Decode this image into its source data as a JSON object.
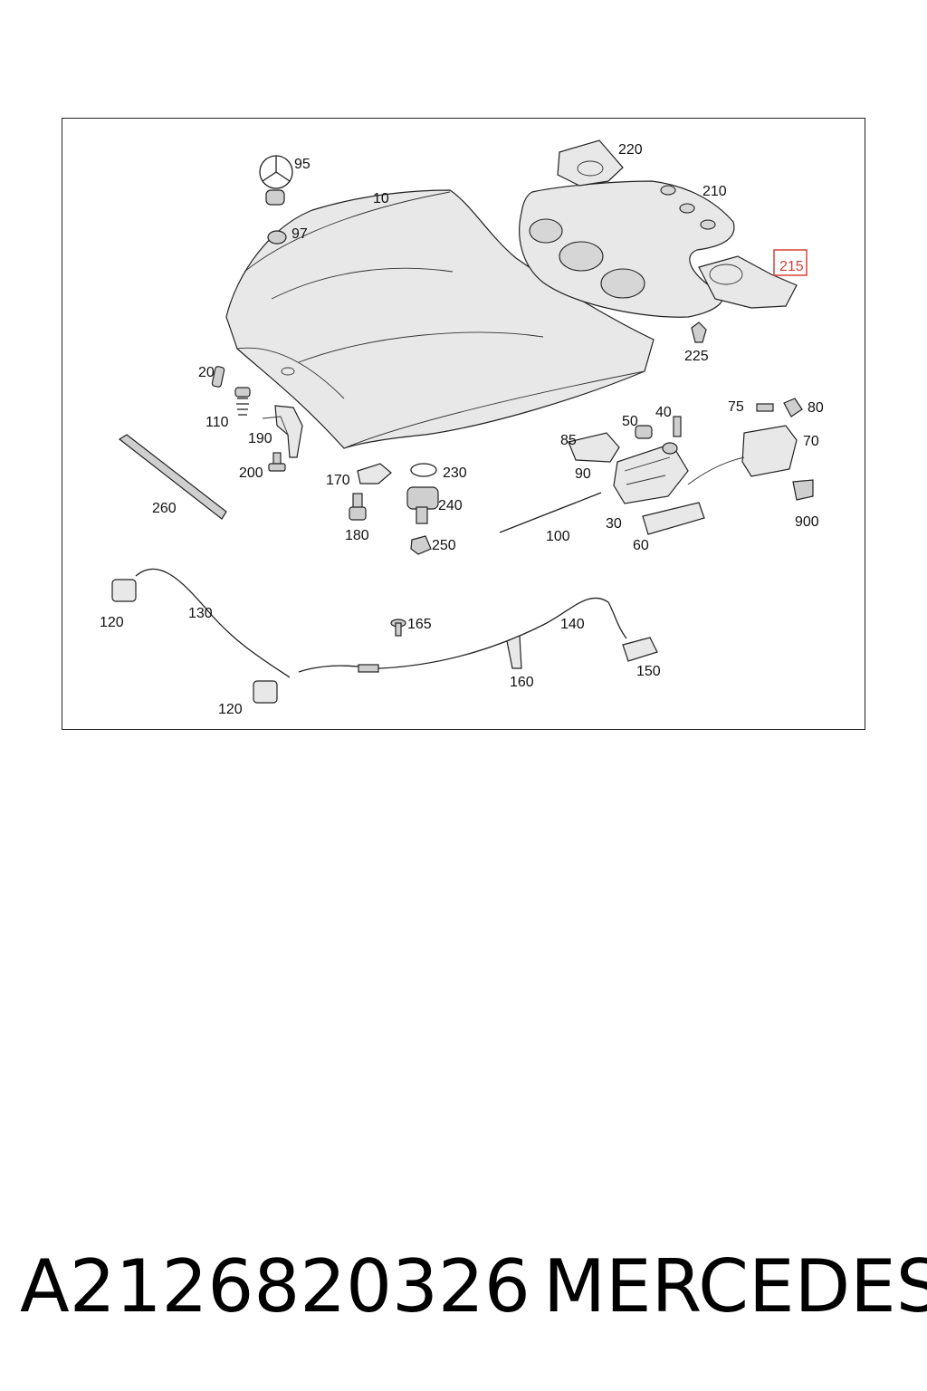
{
  "diagram": {
    "callouts": [
      "95",
      "97",
      "10",
      "220",
      "210",
      "215",
      "225",
      "20",
      "110",
      "190",
      "200",
      "260",
      "170",
      "180",
      "230",
      "240",
      "250",
      "85",
      "90",
      "50",
      "40",
      "30",
      "100",
      "60",
      "75",
      "80",
      "70",
      "900",
      "120",
      "130",
      "165",
      "140",
      "150",
      "160"
    ],
    "highlighted": "215"
  },
  "footer": {
    "part_number": "A2126820326",
    "brand": "MERCEDES"
  }
}
